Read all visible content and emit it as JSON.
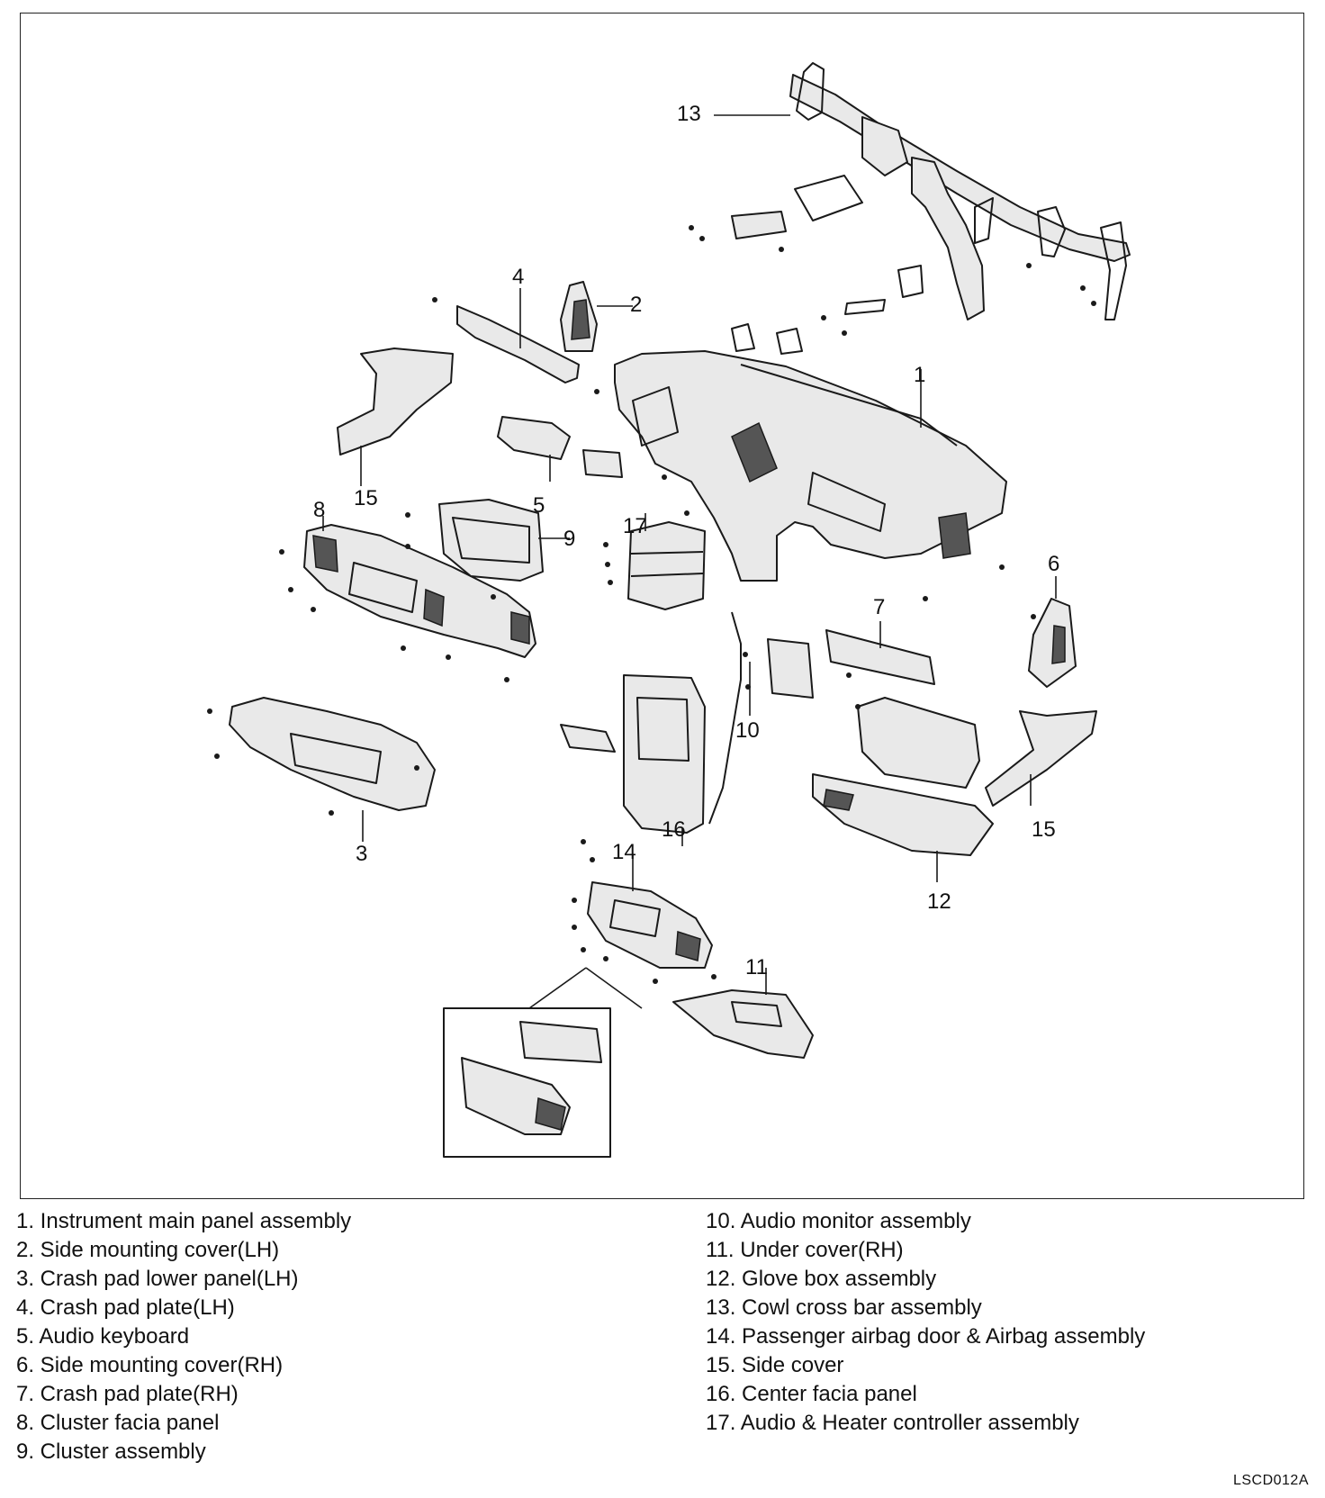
{
  "callouts": {
    "c1": "1",
    "c2": "2",
    "c3": "3",
    "c4": "4",
    "c5": "5",
    "c6": "6",
    "c7": "7",
    "c8": "8",
    "c9": "9",
    "c10": "10",
    "c11": "11",
    "c12": "12",
    "c13": "13",
    "c14": "14",
    "c15a": "15",
    "c15b": "15",
    "c16": "16",
    "c17": "17"
  },
  "legend_left": [
    "1. Instrument main panel assembly",
    "2. Side mounting cover(LH)",
    "3. Crash pad lower panel(LH)",
    "4. Crash pad plate(LH)",
    "5. Audio keyboard",
    "6. Side mounting cover(RH)",
    "7. Crash pad plate(RH)",
    "8. Cluster facia panel",
    "9. Cluster assembly"
  ],
  "legend_right": [
    "10. Audio monitor assembly",
    "11. Under cover(RH)",
    "12. Glove box assembly",
    "13. Cowl cross bar assembly",
    "14. Passenger airbag door & Airbag assembly",
    "15. Side cover",
    "16. Center facia panel",
    "17. Audio & Heater controller assembly"
  ],
  "figure_code": "LSCD012A"
}
